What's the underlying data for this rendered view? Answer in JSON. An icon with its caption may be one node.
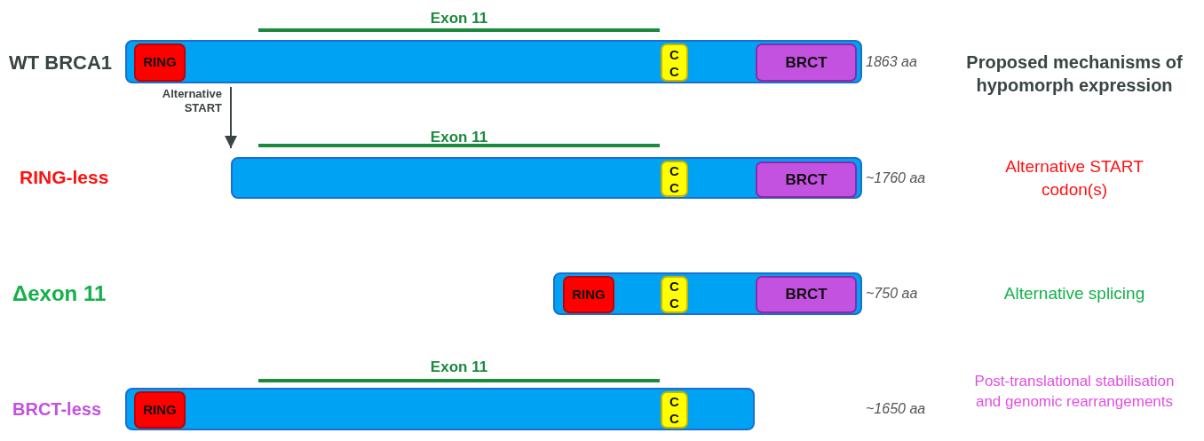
{
  "diagram": {
    "nodes": [
      {
        "text": [],
        "shape": "bar",
        "beside": [
          "1863 aa"
        ]
      },
      {
        "text": [
          "RING"
        ],
        "in": 0
      },
      {
        "text": [
          "C C"
        ],
        "in": 0
      },
      {
        "text": [
          "BRCT"
        ],
        "in": 0
      },
      {
        "text": [],
        "shape": "bar",
        "beside": [
          "~1760 aa"
        ]
      },
      {
        "text": [
          "C C"
        ],
        "in": 4
      },
      {
        "text": [
          "BRCT"
        ],
        "in": 4
      },
      {
        "text": [],
        "shape": "bar",
        "beside": [
          "~750 aa"
        ]
      },
      {
        "text": [
          "RING"
        ],
        "in": 7
      },
      {
        "text": [
          "C C"
        ],
        "in": 7
      },
      {
        "text": [
          "BRCT"
        ],
        "in": 7
      },
      {
        "text": [],
        "shape": "bar"
      },
      {
        "text": [
          "RING"
        ],
        "in": 11
      },
      {
        "text": [
          "C C"
        ],
        "in": 11
      },
      {
        "text": [
          "Alternative START"
        ]
      }
    ],
    "edges": [
      {
        "from": 14,
        "to": 4,
        "arrow": "to"
      }
    ],
    "labels": [
      "Exon 11",
      "WT BRCA1",
      "Proposed mechanisms of hypomorph expression",
      "Exon 11",
      "RING-less",
      "Alternative START codon(s)",
      "Δexon 11",
      "Alternative splicing",
      "Exon 11",
      "BRCT-less",
      "~1650 aa",
      "Post-translational stabilisation and genomic rearrangements"
    ]
  }
}
